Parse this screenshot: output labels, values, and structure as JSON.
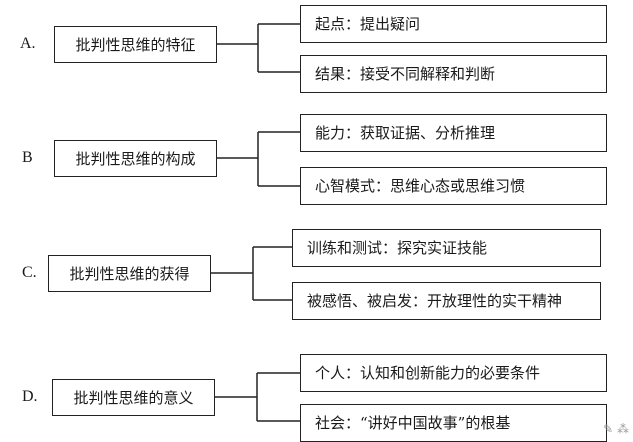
{
  "groups": [
    {
      "label": "A.",
      "main": "批判性思维的特征",
      "children": [
        "起点：提出疑问",
        "结果：接受不同解释和判断"
      ]
    },
    {
      "label": "B",
      "main": "批判性思维的构成",
      "children": [
        "能力：获取证据、分析推理",
        "心智模式：思维心态或思维习惯"
      ]
    },
    {
      "label": "C.",
      "main": "批判性思维的获得",
      "children": [
        "训练和测试：探究实证技能",
        "被感悟、被启发：开放理性的实干精神"
      ]
    },
    {
      "label": "D.",
      "main": "批判性思维的意义",
      "children": [
        "个人：认知和创新能力的必要条件",
        "社会：“讲好中国故事”的根基"
      ]
    }
  ]
}
